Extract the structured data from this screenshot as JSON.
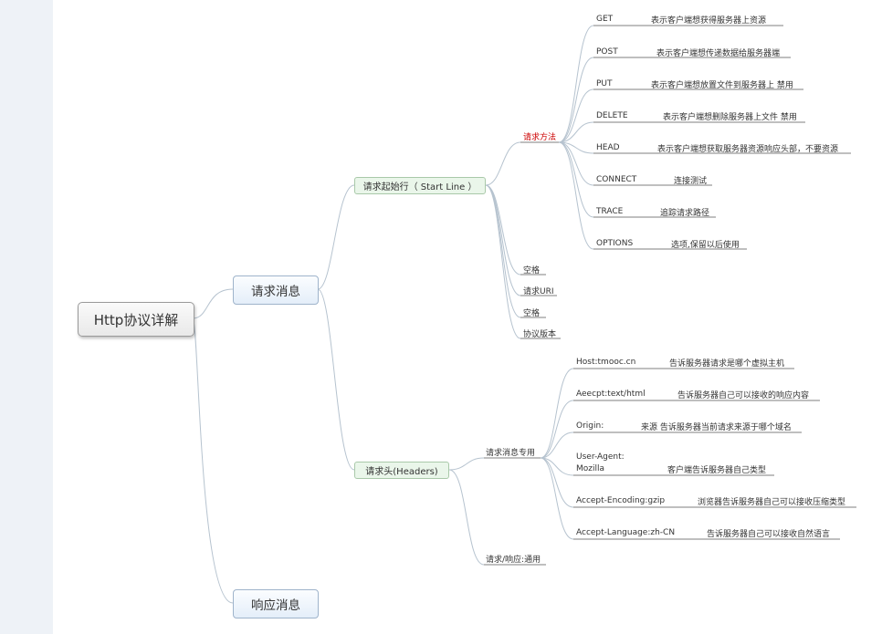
{
  "root": {
    "label": "Http协议详解"
  },
  "request": {
    "label": "请求消息",
    "start_line": {
      "label": "请求起始行（ Start Line ）",
      "method": {
        "label": "请求方法",
        "items": [
          {
            "name": "GET",
            "desc": "表示客户端想获得服务器上资源"
          },
          {
            "name": "POST",
            "desc": "表示客户端想传递数据给服务器端"
          },
          {
            "name": "PUT",
            "desc": "表示客户端想放置文件到服务器上 禁用"
          },
          {
            "name": "DELETE",
            "desc": "表示客户端想删除服务器上文件 禁用"
          },
          {
            "name": "HEAD",
            "desc": "表示客户端想获取服务器资源响应头部，不要资源"
          },
          {
            "name": "CONNECT",
            "desc": "连接测试"
          },
          {
            "name": "TRACE",
            "desc": "追踪请求路径"
          },
          {
            "name": "OPTIONS",
            "desc": "选项,保留以后使用"
          }
        ]
      },
      "space1": "空格",
      "uri": "请求URI",
      "space2": "空格",
      "version": "协议版本"
    },
    "headers": {
      "label": "请求头(Headers)",
      "dedicated": {
        "label": "请求消息专用",
        "items": [
          {
            "name": "Host:tmooc.cn",
            "desc": "告诉服务器请求是哪个虚拟主机"
          },
          {
            "name": "Aeecpt:text/html",
            "desc": "告诉服务器自己可以接收的响应内容"
          },
          {
            "name": "Origin:",
            "desc": "来源 告诉服务器当前请求来源于哪个域名"
          },
          {
            "name": "User-Agent:",
            "name2": "Mozilla",
            "desc": "客户端告诉服务器自己类型"
          },
          {
            "name": "Accept-Encoding:gzip",
            "desc": "浏览器告诉服务器自己可以接收压缩类型"
          },
          {
            "name": "Accept-Language:zh-CN",
            "desc": "告诉服务器自己可以接收自然语言"
          }
        ]
      },
      "common": {
        "label": "请求/响应:通用"
      }
    }
  },
  "response": {
    "label": "响应消息"
  }
}
